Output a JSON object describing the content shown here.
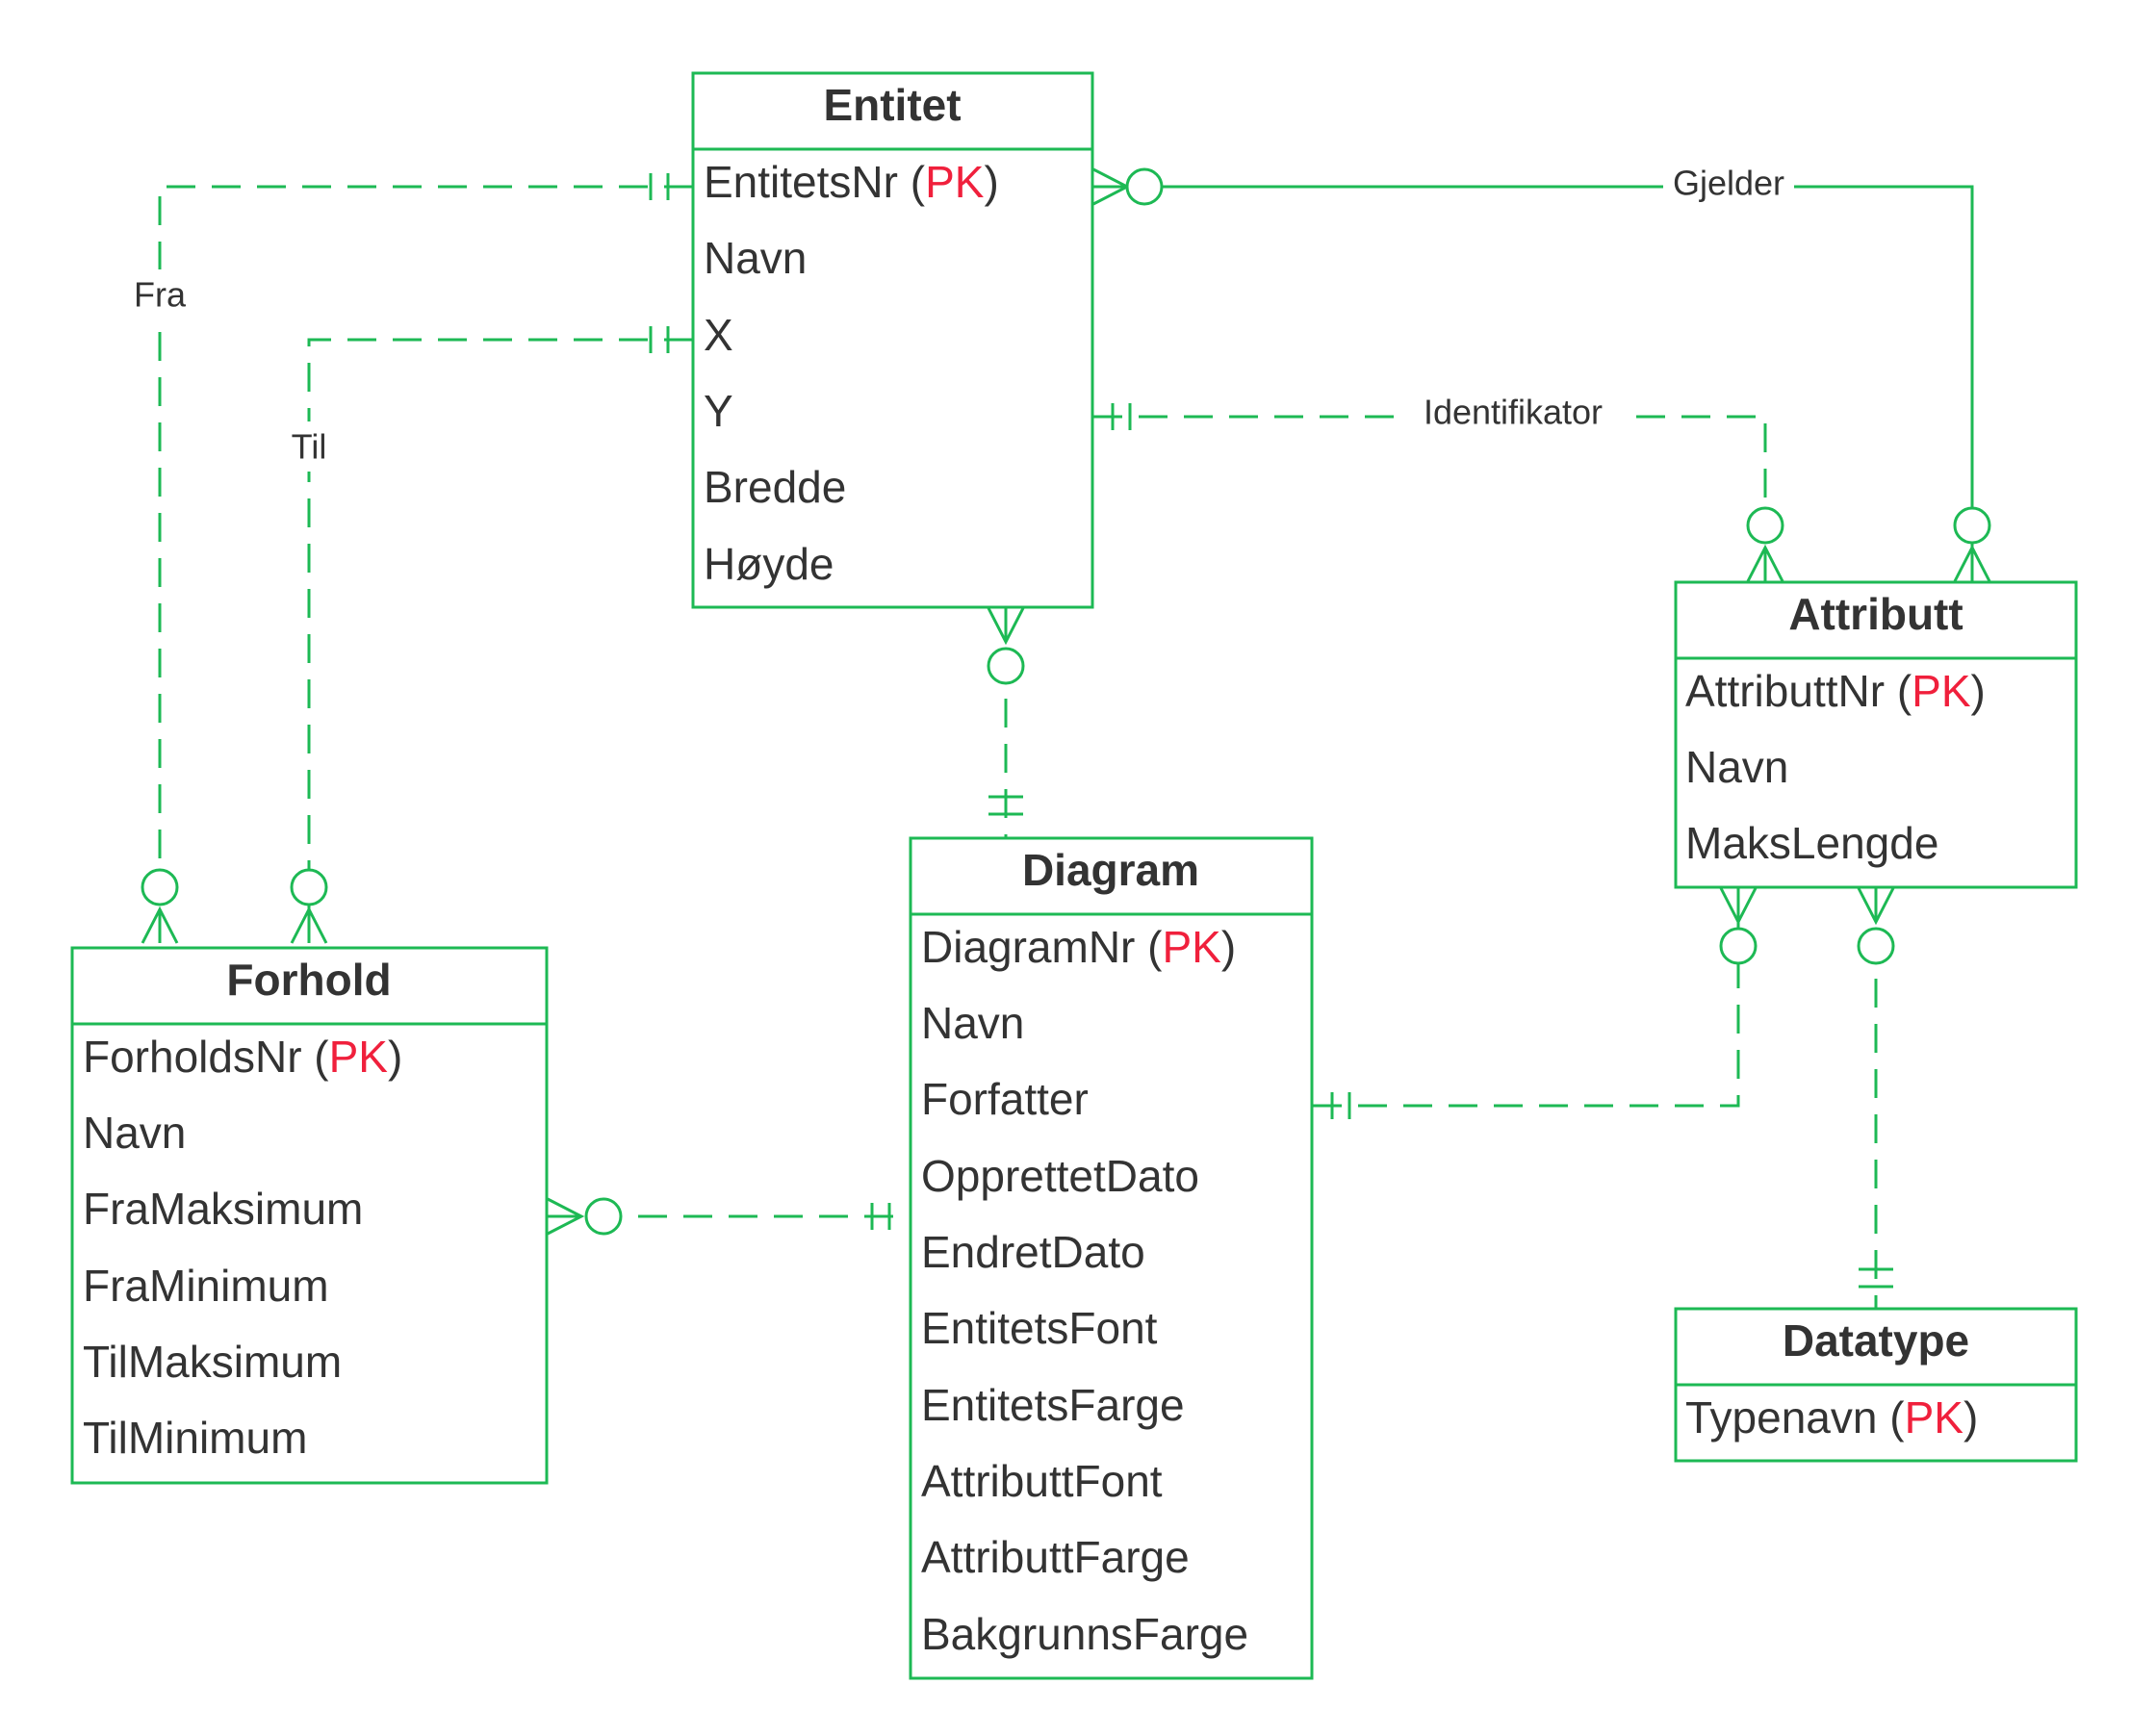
{
  "diagram": {
    "colors": {
      "line": "#1db954",
      "text": "#333333",
      "pk": "#f0203c"
    },
    "entities": {
      "entitet": {
        "title": "Entitet",
        "attributes": [
          {
            "name": "EntitetsNr",
            "pk": "PK"
          },
          {
            "name": "Navn"
          },
          {
            "name": "X"
          },
          {
            "name": "Y"
          },
          {
            "name": "Bredde"
          },
          {
            "name": "Høyde"
          }
        ]
      },
      "attributt": {
        "title": "Attributt",
        "attributes": [
          {
            "name": "AttributtNr",
            "pk": "PK"
          },
          {
            "name": "Navn"
          },
          {
            "name": "MaksLengde"
          }
        ]
      },
      "diagram": {
        "title": "Diagram",
        "attributes": [
          {
            "name": "DiagramNr",
            "pk": "PK"
          },
          {
            "name": "Navn"
          },
          {
            "name": "Forfatter"
          },
          {
            "name": "OpprettetDato"
          },
          {
            "name": "EndretDato"
          },
          {
            "name": "EntitetsFont"
          },
          {
            "name": "EntitetsFarge"
          },
          {
            "name": "AttributtFont"
          },
          {
            "name": "AttributtFarge"
          },
          {
            "name": "BakgrunnsFarge"
          }
        ]
      },
      "forhold": {
        "title": "Forhold",
        "attributes": [
          {
            "name": "ForholdsNr",
            "pk": "PK"
          },
          {
            "name": "Navn"
          },
          {
            "name": "FraMaksimum"
          },
          {
            "name": "FraMinimum"
          },
          {
            "name": "TilMaksimum"
          },
          {
            "name": "TilMinimum"
          }
        ]
      },
      "datatype": {
        "title": "Datatype",
        "attributes": [
          {
            "name": "Typenavn",
            "pk": "PK"
          }
        ]
      }
    },
    "relationships": {
      "fra": {
        "label": "Fra"
      },
      "til": {
        "label": "Til"
      },
      "gjelder": {
        "label": "Gjelder"
      },
      "identifikator": {
        "label": "Identifikator"
      }
    }
  }
}
